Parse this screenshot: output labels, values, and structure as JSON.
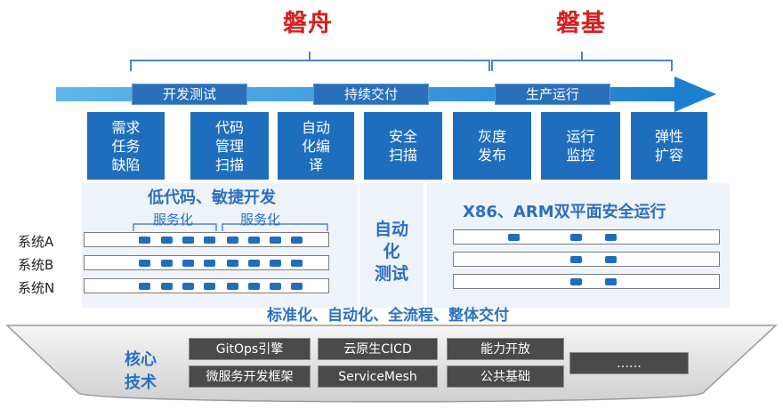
{
  "titles": {
    "left": "磐舟",
    "right": "磐基"
  },
  "phases": [
    "开发测试",
    "持续交付",
    "生产运行"
  ],
  "steps": [
    [
      "需求",
      "任务",
      "缺陷"
    ],
    [
      "代码",
      "管理",
      "扫描"
    ],
    [
      "自动",
      "化编",
      "译"
    ],
    [
      "安全",
      "扫描"
    ],
    [
      "灰度",
      "发布"
    ],
    [
      "运行",
      "监控"
    ],
    [
      "弹性",
      "扩容"
    ]
  ],
  "left_panel": {
    "title": "低代码、敏捷开发",
    "service_labels": [
      "服务化",
      "服务化"
    ],
    "systems": [
      "系统A",
      "系统B",
      "系统N"
    ]
  },
  "middle_panel": {
    "text": [
      "自动",
      "化",
      "测试"
    ]
  },
  "right_panel": {
    "title": "X86、ARM双平面安全运行"
  },
  "summary": "标准化、自动化、全流程、整体交付",
  "core_tech": {
    "label": [
      "核心",
      "技术"
    ],
    "items": [
      "GitOps引擎",
      "云原生CICD",
      "能力开放",
      "微服务开发框架",
      "ServiceMesh",
      "公共基础",
      "……"
    ]
  },
  "colors": {
    "accent_blue": "#1f6ebd",
    "title_red": "#d91e1e",
    "core_dark": "#4a4a4a",
    "panel_bg": "#eef3fa"
  }
}
